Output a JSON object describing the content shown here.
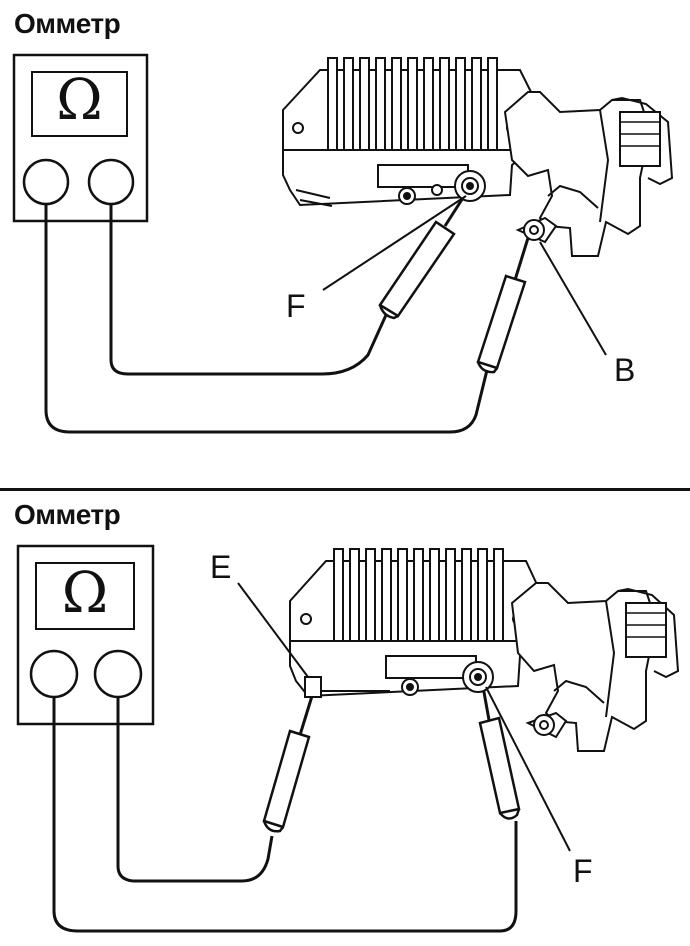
{
  "top_panel": {
    "title": "Омметр",
    "display_symbol": "Ω",
    "labels": {
      "probe_f": "F",
      "probe_b": "B"
    }
  },
  "bottom_panel": {
    "title": "Омметр",
    "display_symbol": "Ω",
    "labels": {
      "probe_e": "E",
      "probe_f": "F"
    }
  }
}
